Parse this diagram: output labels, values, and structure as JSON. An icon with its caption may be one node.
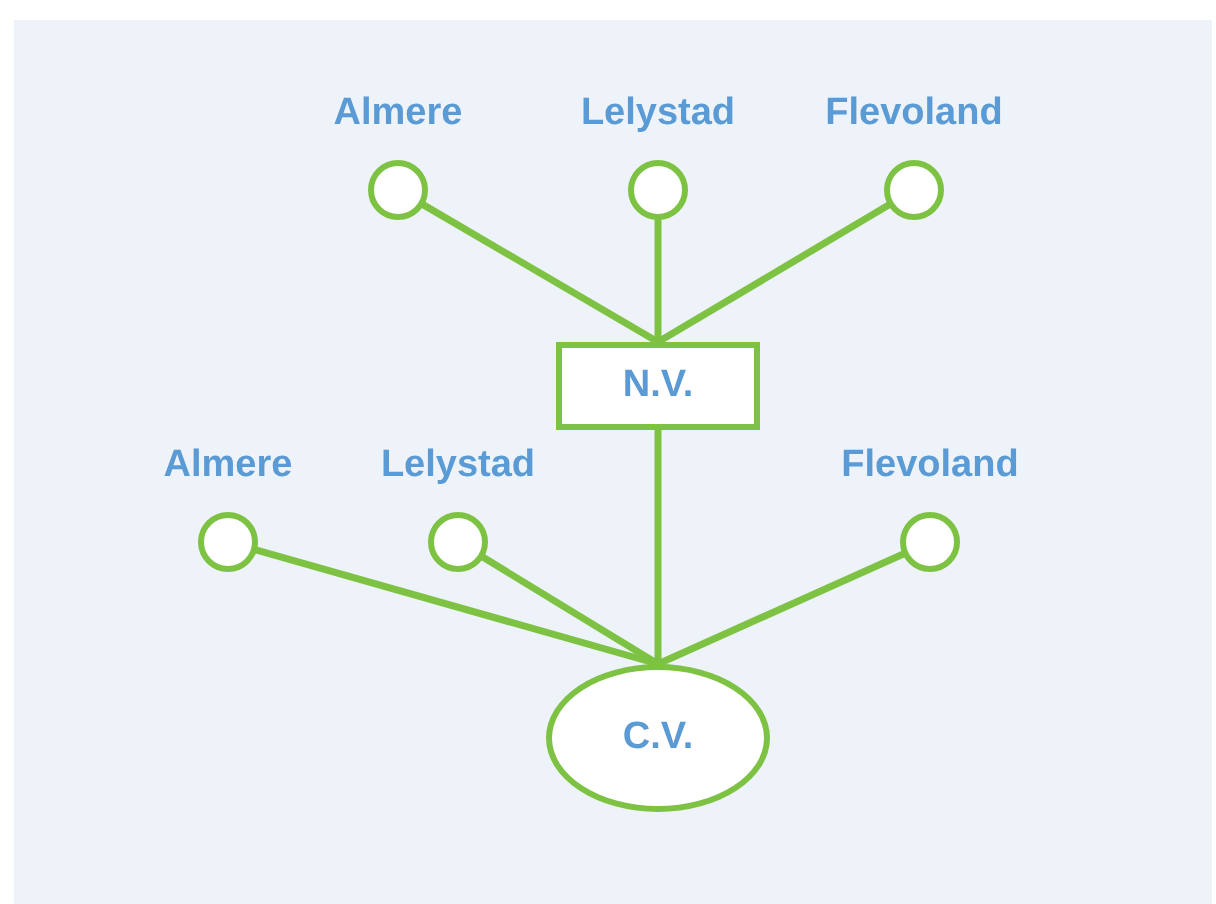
{
  "diagram": {
    "nodes": [
      {
        "text": [
          "Almere"
        ]
      },
      {
        "text": [
          "Lelystad"
        ]
      },
      {
        "text": [
          "Flevoland"
        ]
      },
      {
        "text": [
          "N.V."
        ]
      },
      {
        "text": [
          "Almere"
        ]
      },
      {
        "text": [
          "Lelystad"
        ]
      },
      {
        "text": [
          "Flevoland"
        ]
      },
      {
        "text": [
          "C.V."
        ]
      }
    ],
    "edges": [
      {
        "from": 0,
        "to": 3,
        "arrow": "none"
      },
      {
        "from": 1,
        "to": 3,
        "arrow": "none"
      },
      {
        "from": 2,
        "to": 3,
        "arrow": "none"
      },
      {
        "from": 3,
        "to": 7,
        "arrow": "none"
      },
      {
        "from": 4,
        "to": 7,
        "arrow": "none"
      },
      {
        "from": 5,
        "to": 7,
        "arrow": "none"
      },
      {
        "from": 6,
        "to": 7,
        "arrow": "none"
      }
    ]
  }
}
